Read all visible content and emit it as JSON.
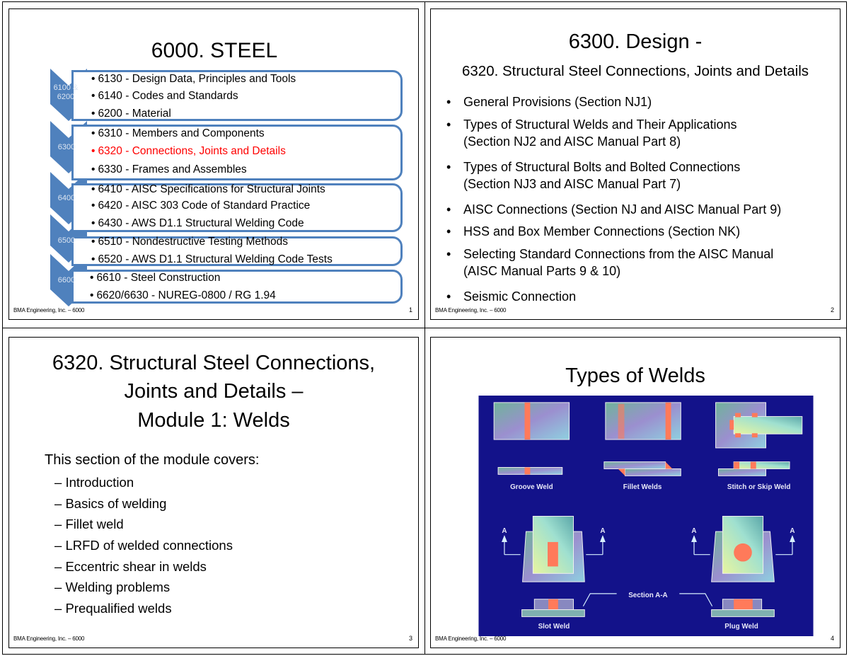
{
  "footer_text": "BMA Engineering, Inc. – 6000",
  "slides": [
    {
      "page": "1",
      "title": "6000. STEEL",
      "groups": [
        {
          "label": "6100 & 6200",
          "items": [
            "6130 - Design Data, Principles and Tools",
            "6140 - Codes and Standards",
            "6200 - Material"
          ]
        },
        {
          "label": "6300",
          "items": [
            "6310 - Members and Components",
            "6320 - Connections, Joints and Details",
            "6330 - Frames and Assembles"
          ]
        },
        {
          "label": "6400",
          "items": [
            "6410 - AISC Specifications for Structural Joints",
            "6420 - AISC 303 Code of Standard Practice",
            "6430 - AWS D1.1 Structural Welding Code"
          ]
        },
        {
          "label": "6500",
          "items": [
            "6510 - Nondestructive Testing Methods",
            "6520 - AWS D1.1 Structural Welding Code Tests"
          ]
        },
        {
          "label": "6600",
          "items": [
            "6610 - Steel Construction",
            "6620/6630 - NUREG-0800 / RG 1.94"
          ]
        }
      ],
      "highlight_color": "#ff0000",
      "accent_color": "#4f81bd"
    },
    {
      "page": "2",
      "title": "6300. Design -",
      "subtitle": "6320. Structural Steel Connections, Joints and Details",
      "bullets": [
        [
          "General Provisions (Section NJ1)"
        ],
        [
          "Types of Structural Welds and Their Applications",
          "(Section NJ2 and AISC Manual Part 8)"
        ],
        [
          "Types of Structural Bolts and Bolted Connections",
          "(Section NJ3 and AISC Manual Part 7)"
        ],
        [
          "AISC Connections (Section NJ and AISC Manual Part 9)"
        ],
        [
          "HSS and Box Member Connections (Section NK)"
        ],
        [
          "Selecting Standard Connections from the AISC Manual",
          "(AISC Manual Parts 9 & 10)"
        ],
        [
          "Seismic Connection"
        ]
      ]
    },
    {
      "page": "3",
      "title_lines": [
        "6320. Structural Steel Connections,",
        "Joints and Details –",
        "Module 1: Welds"
      ],
      "intro": "This section of the module covers:",
      "items": [
        "Introduction",
        "Basics of welding",
        "Fillet weld",
        "LRFD of welded connections",
        "Eccentric shear in welds",
        "Welding problems",
        "Prequalified welds"
      ]
    },
    {
      "page": "4",
      "title": "Types of Welds",
      "figure": {
        "background": "#13128a",
        "weld_color": "#ff7a5a",
        "labels": {
          "groove": "Groove Weld",
          "fillet": "Fillet Welds",
          "stitch": "Stitch or Skip Weld",
          "section": "Section  A-A",
          "slot": "Slot Weld",
          "plug": "Plug Weld",
          "a": "A"
        }
      }
    }
  ]
}
